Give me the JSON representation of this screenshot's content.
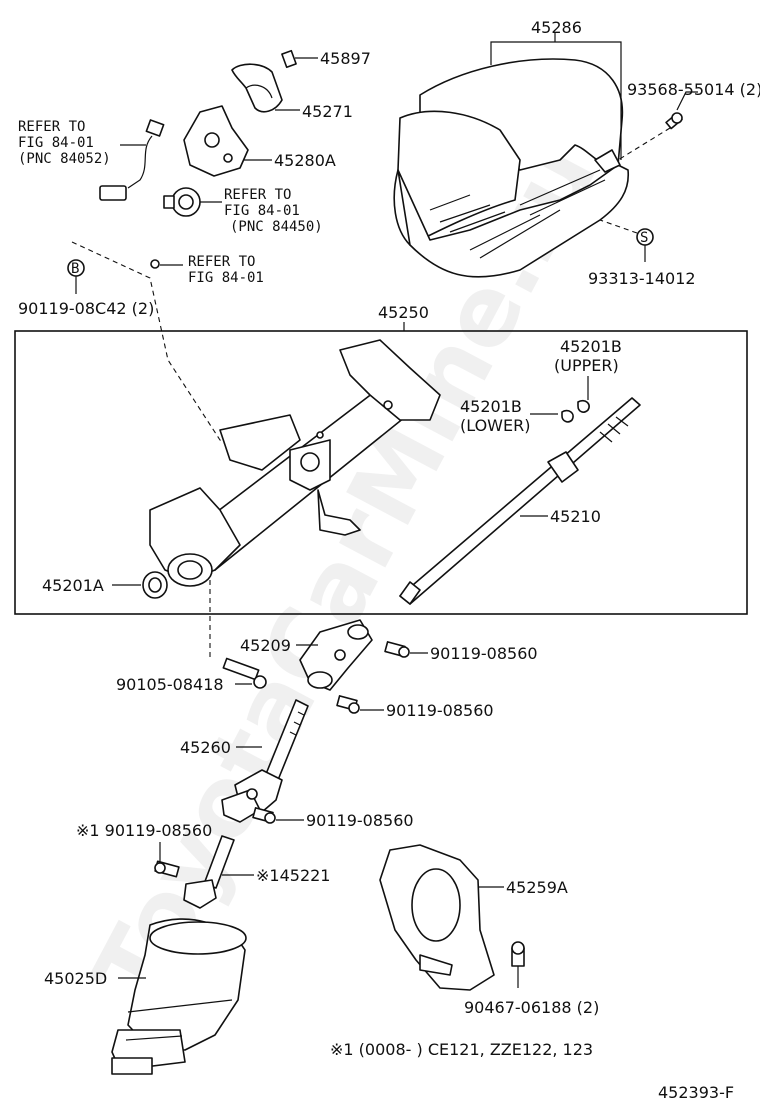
{
  "diagram_id": "452393-F",
  "watermark": "ToyotaCarMine.ru",
  "note": "※1  (0008-      ) CE121, ZZE122, 123",
  "labels": {
    "p45286": "45286",
    "p45897": "45897",
    "p45271": "45271",
    "p45280A": "45280A",
    "p93568": "93568-55014 (2)",
    "p93313": "93313-14012",
    "p90119_08C42": "90119-08C42 (2)",
    "p45250": "45250",
    "p45201B_upper_num": "45201B",
    "p45201B_upper_txt": "(UPPER)",
    "p45201B_lower_num": "45201B",
    "p45201B_lower_txt": "(LOWER)",
    "p45210": "45210",
    "p45201A": "45201A",
    "p45209": "45209",
    "p90119_08560_a": "90119-08560",
    "p90105_08418": "90105-08418",
    "p90119_08560_b": "90119-08560",
    "p45260": "45260",
    "p90119_08560_c": "90119-08560",
    "p90119_08560_d": "※1 90119-08560",
    "p145221": "※145221",
    "p45259A": "45259A",
    "p90467": "90467-06188 (2)",
    "p45025D": "45025D",
    "badge_B": "B",
    "badge_S": "S"
  },
  "refer_notes": {
    "r1_line1": "REFER TO",
    "r1_line2": "FIG 84-01",
    "r1_line3": "(PNC 84052)",
    "r2_line1": "REFER TO",
    "r2_line2": "FIG 84-01",
    "r2_line3": "(PNC 84450)",
    "r3_line1": "REFER TO",
    "r3_line2": "FIG 84-01"
  }
}
